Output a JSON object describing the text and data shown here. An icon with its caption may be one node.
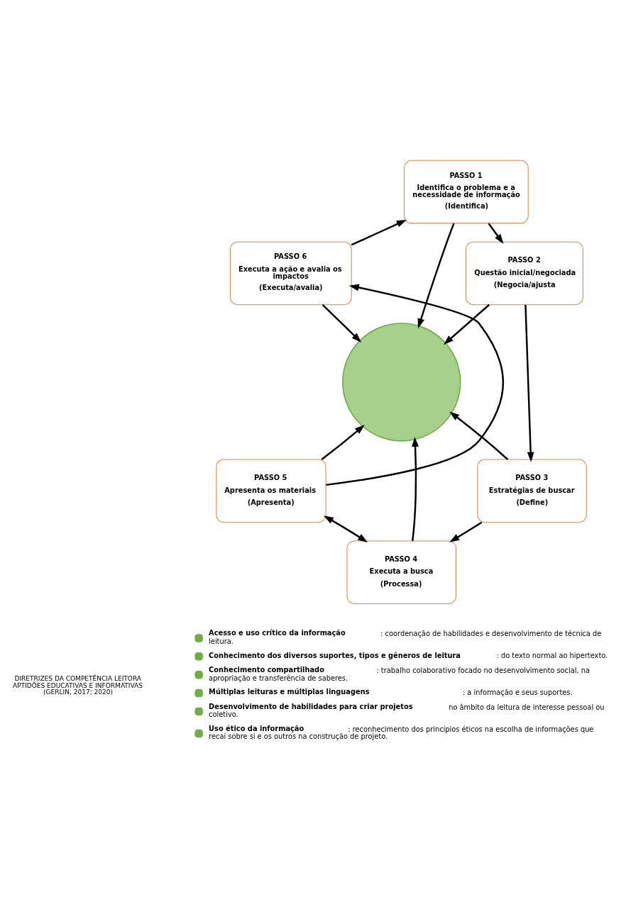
{
  "diagram": {
    "nodes": [
      {
        "text": [
          "PASSO 1",
          "Identifica o problema e a necessidade de informação",
          "(Identifica)"
        ]
      },
      {
        "text": [
          "PASSO 2",
          "Questão inicial/negociada",
          "(Negocia/ajusta"
        ]
      },
      {
        "text": [
          "PASSO 3",
          "Estratégias de buscar",
          "(Define)"
        ]
      },
      {
        "text": [
          "PASSO 4",
          "Executa a busca",
          "(Processa)"
        ]
      },
      {
        "text": [
          "PASSO 5",
          "Apresenta os materiais",
          "(Apresenta)"
        ]
      },
      {
        "text": [
          "PASSO 6",
          "Executa a ação e avalia os impactos",
          "(Executa/avalia)"
        ]
      },
      {
        "text": [],
        "shape": "circle"
      }
    ],
    "edges": [
      {
        "from": 0,
        "to": 1,
        "arrow": "to"
      },
      {
        "from": 1,
        "to": 2,
        "arrow": "to"
      },
      {
        "from": 2,
        "to": 3,
        "arrow": "to"
      },
      {
        "from": 3,
        "to": 4,
        "arrow": "both"
      },
      {
        "from": 4,
        "to": 5,
        "arrow": "to"
      },
      {
        "from": 5,
        "to": 0,
        "arrow": "to"
      },
      {
        "from": 0,
        "to": 6,
        "arrow": "to"
      },
      {
        "from": 1,
        "to": 6,
        "arrow": "to"
      },
      {
        "from": 2,
        "to": 6,
        "arrow": "to"
      },
      {
        "from": 3,
        "to": 6,
        "arrow": "to"
      },
      {
        "from": 4,
        "to": 6,
        "arrow": "to"
      },
      {
        "from": 5,
        "to": 6,
        "arrow": "to"
      }
    ],
    "labels": [
      "DIRETRIZES DA COMPETÊNCIA LEITORA APTIDÕES EDUCATIVAS E INFORMATIVAS (GERLIN, 2017; 2020)"
    ],
    "legend": [
      {
        "text": "**Acesso e uso crítico da informação**: coordenação de habilidades e desenvolvimento de técnica de leitura.",
        "color": "#70ad47"
      },
      {
        "text": "**Conhecimento dos diversos suportes, tipos e gêneros de leitura**: do texto normal ao hipertexto.",
        "color": "#70ad47"
      },
      {
        "text": "**Conhecimento compartilhado**: trabalho colaborativo focado no desenvolvimento social, na apropriação e transferência de saberes.",
        "color": "#70ad47"
      },
      {
        "text": "**Múltiplas leituras e múltiplas linguagens**: a informação e seus suportes.",
        "color": "#70ad47"
      },
      {
        "text": "**Desenvolvimento de habilidades para criar projetos** no âmbito da leitura de interesse pessoal ou coletivo.",
        "color": "#70ad47"
      },
      {
        "text": "**Uso ético da informação**: reconhecimento dos princípios éticos na escolha de informações que recai sobre si e os outros na construção de projeto.",
        "color": "#70ad47"
      }
    ]
  }
}
